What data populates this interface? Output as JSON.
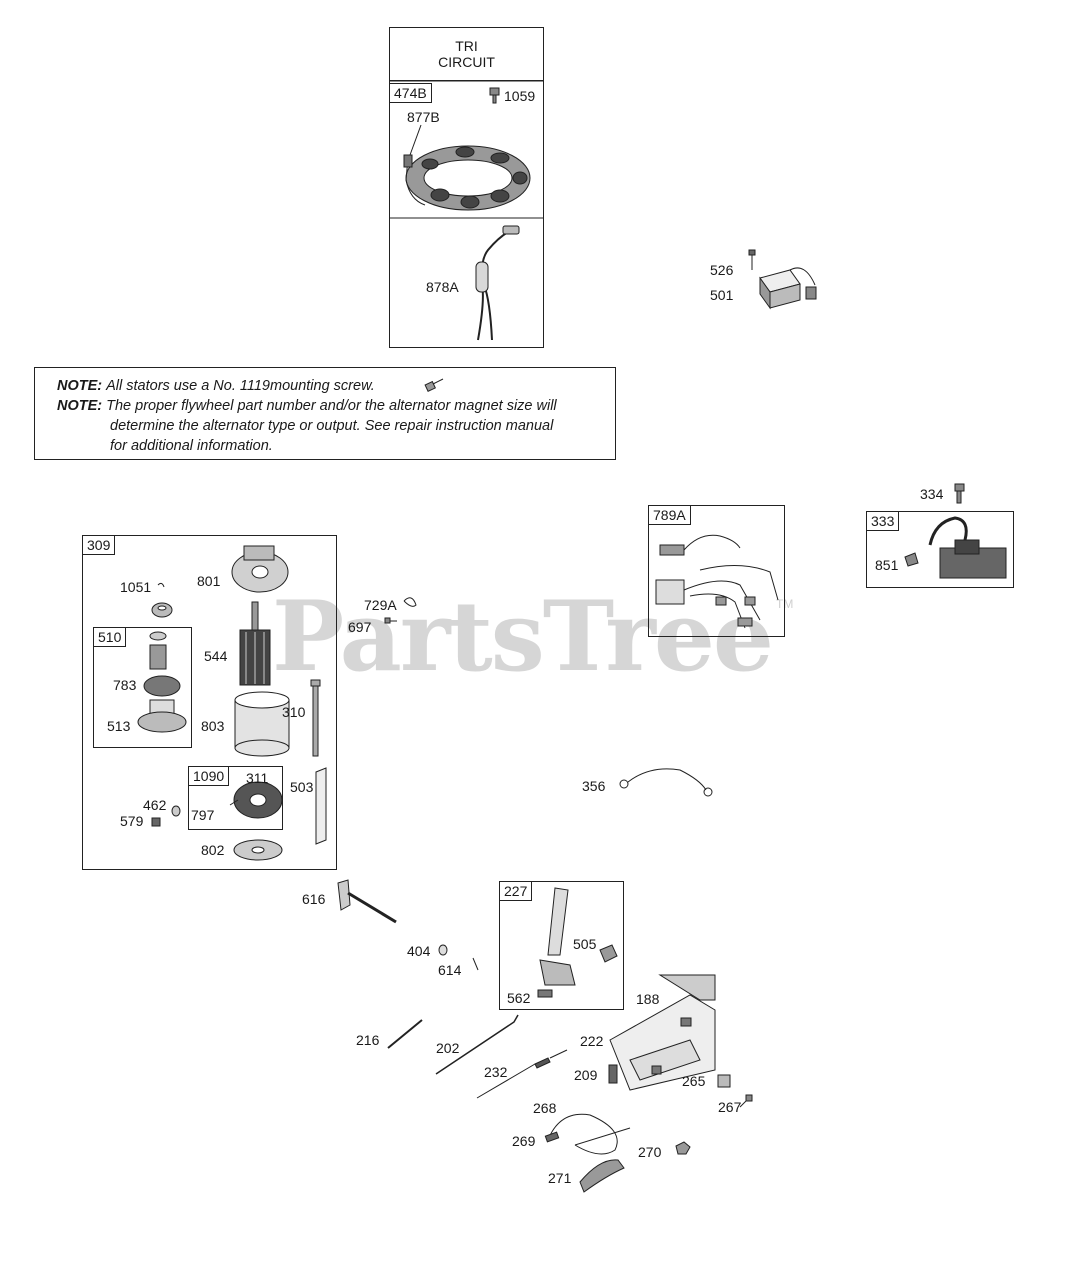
{
  "tri_circuit": {
    "title_line1": "TRI",
    "title_line2": "CIRCUIT"
  },
  "notes": {
    "label1": "NOTE:",
    "text1": "All stators use a No. 1119mounting screw.",
    "label2": "NOTE:",
    "text2_line1": "The proper flywheel part number and/or the alternator magnet size will",
    "text2_line2": "determine the alternator type or output. See repair instruction manual",
    "text2_line3": "for additional information."
  },
  "watermark": {
    "text": "PartsTree",
    "tm": "TM"
  },
  "kits": {
    "k474B": "474B",
    "k309": "309",
    "k510": "510",
    "k1090": "1090",
    "k789A": "789A",
    "k333": "333",
    "k227": "227"
  },
  "parts": {
    "p1059": "1059",
    "p877B": "877B",
    "p878A": "878A",
    "p526": "526",
    "p501": "501",
    "p334": "334",
    "p851": "851",
    "p1051": "1051",
    "p801": "801",
    "p544": "544",
    "p783": "783",
    "p513": "513",
    "p803": "803",
    "p310": "310",
    "p729A": "729A",
    "p697": "697",
    "p311": "311",
    "p797": "797",
    "p462": "462",
    "p579": "579",
    "p503": "503",
    "p802": "802",
    "p356": "356",
    "p616": "616",
    "p404": "404",
    "p614": "614",
    "p505": "505",
    "p562": "562",
    "p188": "188",
    "p216": "216",
    "p202": "202",
    "p222": "222",
    "p232": "232",
    "p209": "209",
    "p265": "265",
    "p267": "267",
    "p268": "268",
    "p269": "269",
    "p270": "270",
    "p271": "271"
  }
}
